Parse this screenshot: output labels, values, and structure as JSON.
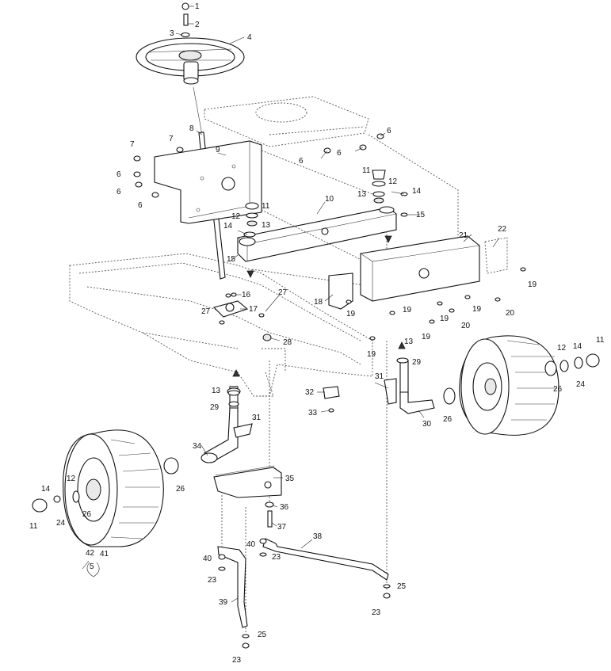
{
  "diagram": {
    "callouts": [
      "1",
      "2",
      "3",
      "4",
      "5",
      "6",
      "7",
      "8",
      "9",
      "10",
      "11",
      "12",
      "13",
      "14",
      "15",
      "16",
      "17",
      "18",
      "19",
      "20",
      "21",
      "22",
      "23",
      "24",
      "25",
      "26",
      "27",
      "28",
      "29",
      "30",
      "31",
      "32",
      "33",
      "34",
      "35",
      "36",
      "37",
      "38",
      "39",
      "40",
      "41",
      "42"
    ]
  }
}
